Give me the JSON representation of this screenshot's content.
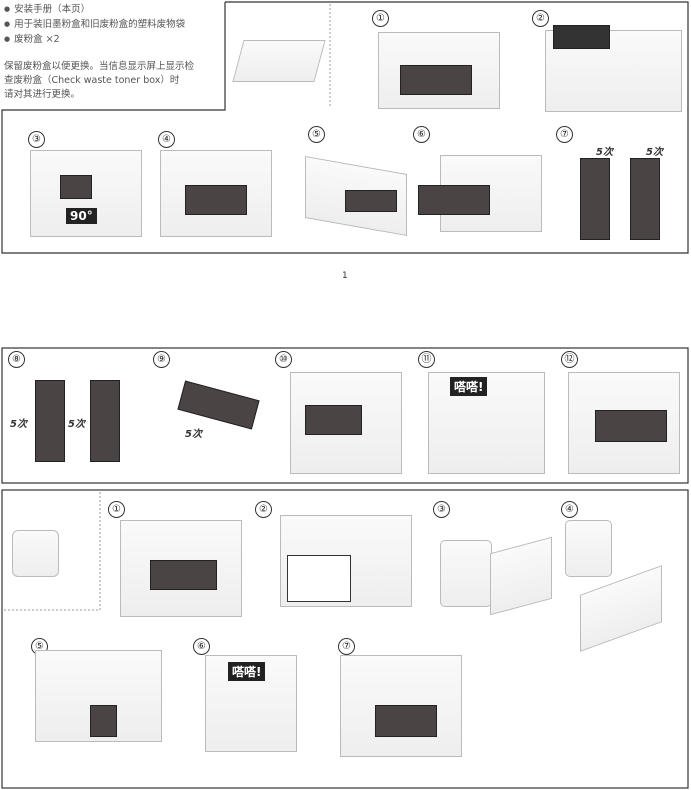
{
  "page1": {
    "contents": [
      "安装手册（本页）",
      "用于装旧墨粉盒和旧废粉盒的塑料废物袋",
      "废粉盒 ×2"
    ],
    "note_lines": [
      "保留废粉盒以便更换。当信息显示屏上显示检",
      "查废粉盒（Check waste toner box）时",
      "请对其进行更换。"
    ],
    "steps": [
      "①",
      "②",
      "③",
      "④",
      "⑤",
      "⑥",
      "⑦"
    ],
    "rotate_label": "90°",
    "times_label": "5次",
    "page_number": "1"
  },
  "page2": {
    "steps_a": [
      "⑧",
      "⑨",
      "⑩",
      "⑪",
      "⑫"
    ],
    "steps_b": [
      "①",
      "②",
      "③",
      "④",
      "⑤",
      "⑥",
      "⑦"
    ],
    "click_label": "嗒嗒!",
    "times_label": "5次"
  }
}
